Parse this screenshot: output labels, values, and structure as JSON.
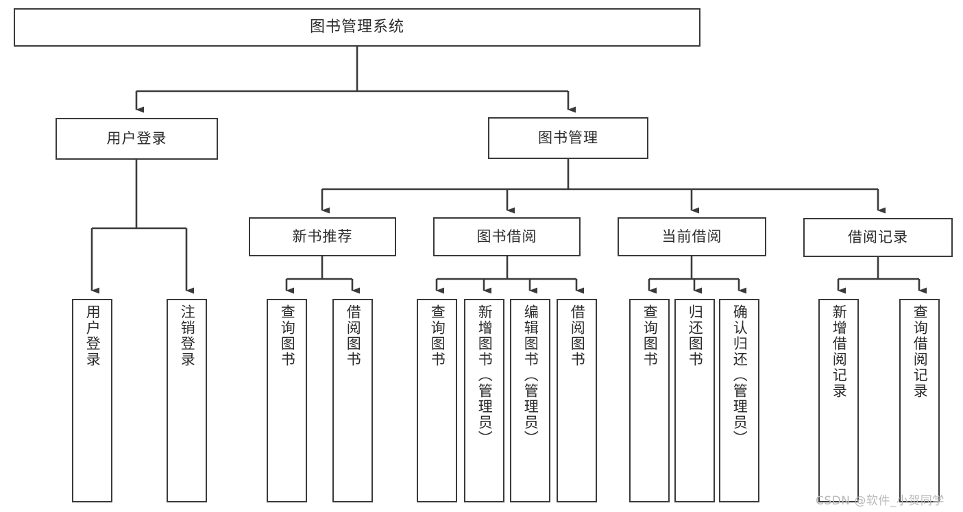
{
  "diagram": {
    "type": "tree",
    "title": "图书管理系统",
    "watermark": "CSDN @软件_小贺同学",
    "colors": {
      "stroke": "#3a3a3a",
      "fill": "#ffffff",
      "text": "#2b2b2b",
      "watermark": "#b9b9b9"
    },
    "nodes": {
      "root": {
        "label": "图书管理系统"
      },
      "level2": [
        {
          "id": "user-login",
          "label": "用户登录"
        },
        {
          "id": "book-manage",
          "label": "图书管理"
        }
      ],
      "level3": [
        {
          "id": "new-book-recommend",
          "label": "新书推荐"
        },
        {
          "id": "book-borrow",
          "label": "图书借阅"
        },
        {
          "id": "current-borrow",
          "label": "当前借阅"
        },
        {
          "id": "borrow-record",
          "label": "借阅记录"
        }
      ],
      "leaves": [
        {
          "id": "leaf-user-login",
          "label": "用户登录",
          "parent": "user-login"
        },
        {
          "id": "leaf-logout",
          "label": "注销登录",
          "parent": "user-login"
        },
        {
          "id": "leaf-query-book-1",
          "label": "查询图书",
          "parent": "new-book-recommend"
        },
        {
          "id": "leaf-borrow-book-1",
          "label": "借阅图书",
          "parent": "new-book-recommend"
        },
        {
          "id": "leaf-query-book-2",
          "label": "查询图书",
          "parent": "book-borrow"
        },
        {
          "id": "leaf-add-book",
          "label": "新增图书（管理员）",
          "parent": "book-borrow"
        },
        {
          "id": "leaf-edit-book",
          "label": "编辑图书（管理员）",
          "parent": "book-borrow"
        },
        {
          "id": "leaf-borrow-book-2",
          "label": "借阅图书",
          "parent": "book-borrow"
        },
        {
          "id": "leaf-query-book-3",
          "label": "查询图书",
          "parent": "current-borrow"
        },
        {
          "id": "leaf-return-book",
          "label": "归还图书",
          "parent": "current-borrow"
        },
        {
          "id": "leaf-confirm-return",
          "label": "确认归还（管理员）",
          "parent": "current-borrow"
        },
        {
          "id": "leaf-add-record",
          "label": "新增借阅记录",
          "parent": "borrow-record"
        },
        {
          "id": "leaf-query-record",
          "label": "查询借阅记录",
          "parent": "borrow-record"
        }
      ]
    }
  }
}
